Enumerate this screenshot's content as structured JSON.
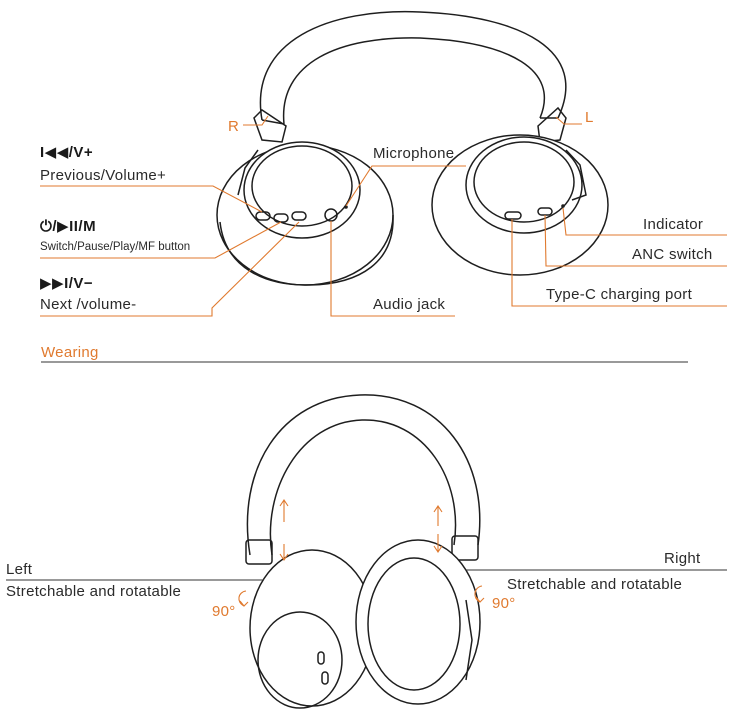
{
  "top_diagram": {
    "side_right_letter": "R",
    "side_left_letter": "L",
    "controls": {
      "prev_symbol": "I◀◀/V+",
      "prev_label": "Previous/Volume+",
      "switch_symbol": "⏻/▶II/M",
      "switch_label": "Switch/Pause/Play/MF button",
      "next_symbol": "▶▶I/V−",
      "next_label": "Next /volume-"
    },
    "callouts": {
      "microphone": "Microphone",
      "audio_jack": "Audio jack",
      "indicator": "Indicator",
      "anc_switch": "ANC switch",
      "type_c": "Type-C charging port"
    }
  },
  "section_heading": "Wearing",
  "bottom_diagram": {
    "left_title": "Left",
    "left_desc": "Stretchable and rotatable",
    "left_angle": "90°",
    "right_title": "Right",
    "right_desc": "Stretchable and rotatable",
    "right_angle": "90°"
  },
  "colors": {
    "accent": "#e07a2f",
    "line": "#333333",
    "text": "#2a2a2a"
  }
}
